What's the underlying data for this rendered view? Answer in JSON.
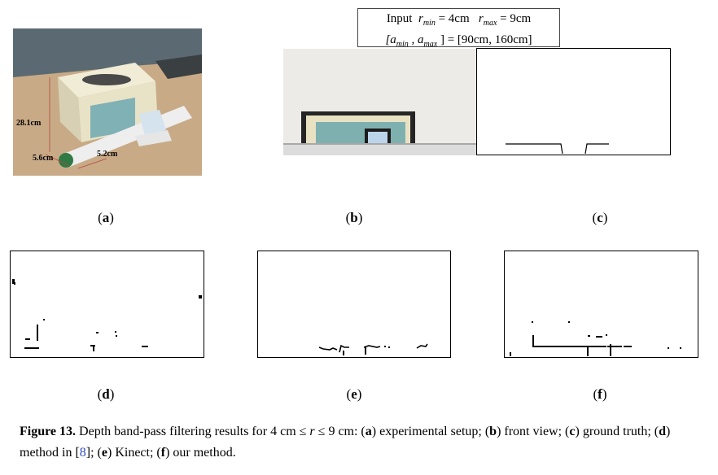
{
  "input_box": {
    "word": "Input",
    "r_min_sym": "r",
    "r_min_sub": "min",
    "eq1": "= 4cm",
    "r_max_sym": "r",
    "r_max_sub": "max",
    "eq2": "= 9cm",
    "range_line": "[a",
    "a_min_sub": "min",
    "comma": " , a",
    "a_max_sub": "max",
    "range_rest": " ] = [90cm, 160cm]"
  },
  "photo_a": {
    "dim_height": "28.1cm",
    "dim_width": "5.6cm",
    "dim_length": "5.2cm"
  },
  "labels": {
    "a": "a",
    "b": "b",
    "c": "c",
    "d": "d",
    "e": "e",
    "f": "f",
    "open": "(",
    "close": ")"
  },
  "caption": {
    "figure": "Figure 13.",
    "part1": " Depth band-pass filtering results for 4 cm ",
    "leq1": "≤",
    "r": "r",
    "leq2": "≤",
    "part2": " 9 cm: (",
    "a": "a",
    "a_text": ") experimental setup; (",
    "b": "b",
    "b_text": ") front view; (",
    "c": "c",
    "c_text": ") ground truth; (",
    "d": "d",
    "d_text": ") method in [",
    "ref": "8",
    "d_text2": "]; (",
    "e": "e",
    "e_text": ") Kinect; (",
    "f": "f",
    "f_text": ") our method."
  }
}
